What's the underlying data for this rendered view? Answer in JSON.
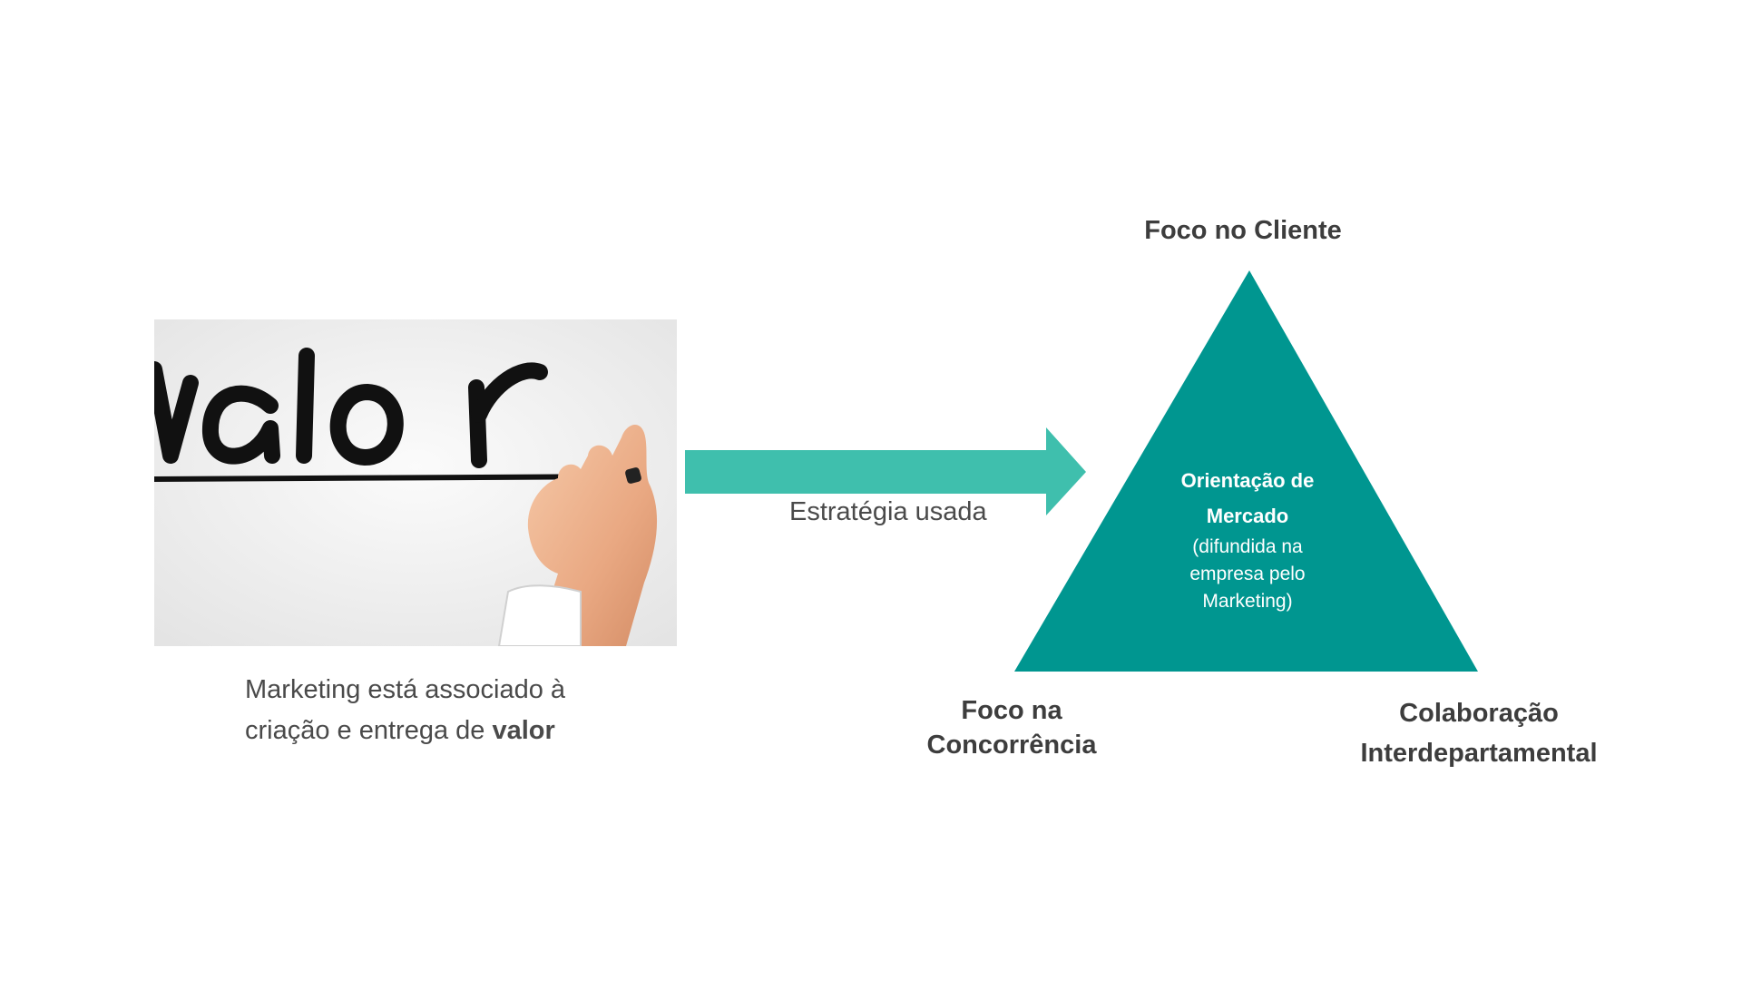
{
  "image_panel": {
    "handwritten_word": "valor"
  },
  "caption": {
    "line1": "Marketing está associado à",
    "line2_plain": "criação e entrega de ",
    "line2_bold": "valor"
  },
  "arrow": {
    "label": "Estratégia usada",
    "color": "#3fbfad"
  },
  "triangle": {
    "color": "#009690",
    "center_title_line1": "Orientação de",
    "center_title_line2": "Mercado",
    "center_sub_line1": "(difundida na",
    "center_sub_line2": "empresa pelo",
    "center_sub_line3": "Marketing)",
    "top_label": "Foco no Cliente",
    "left_label_line1": "Foco na",
    "left_label_line2": "Concorrência",
    "right_label_line1": "Colaboração",
    "right_label_line2": "Interdepartamental"
  }
}
